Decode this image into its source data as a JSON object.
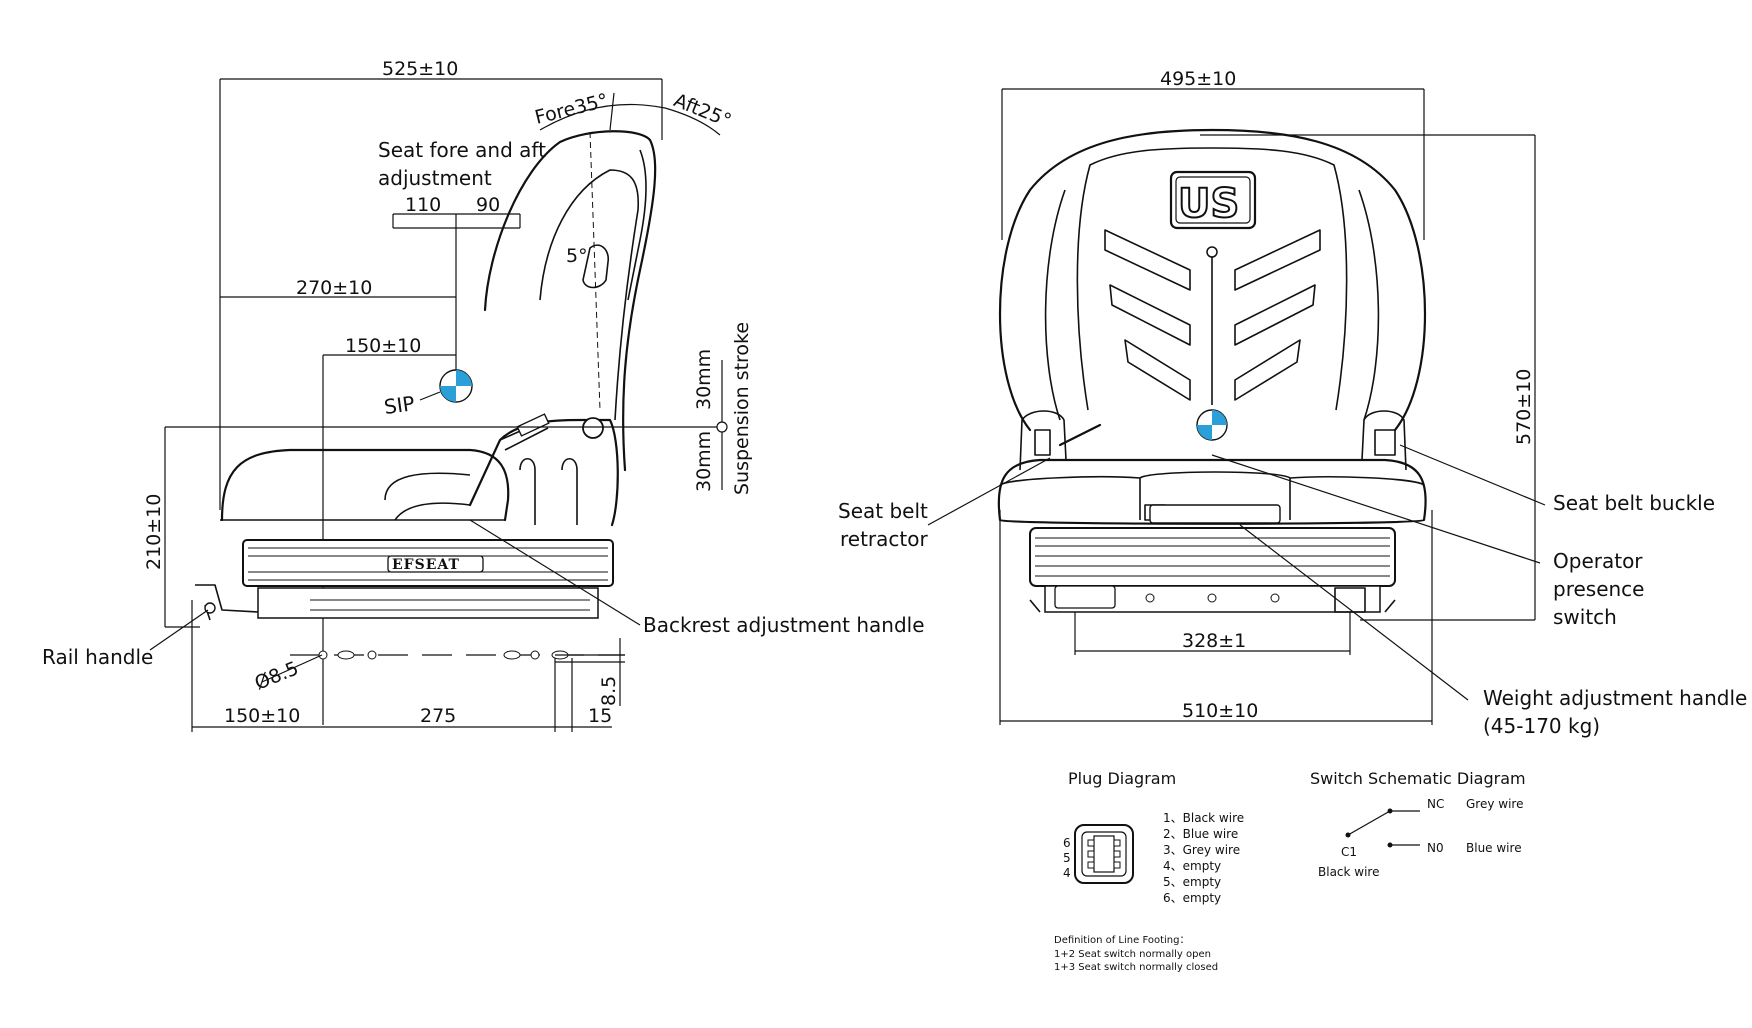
{
  "side_view": {
    "dim_width": "525±10",
    "angle_fore": "Fore35°",
    "angle_aft": "Aft25°",
    "fore_aft_label_1": "Seat fore and aft",
    "fore_aft_label_2": "adjustment",
    "dim_110": "110",
    "dim_90": "90",
    "dim_270": "270±10",
    "dim_150_top": "150±10",
    "angle_5": "5°",
    "sip": "SIP",
    "stroke_30_top": "30mm",
    "stroke_30_bottom": "30mm",
    "stroke_label": "Suspension stroke",
    "dim_210": "210±10",
    "brand": "EFSEAT",
    "backrest_handle": "Backrest adjustment handle",
    "rail_handle": "Rail handle",
    "hole_diameter": "Ø8.5",
    "dim_8_5": "8.5",
    "dim_150_bottom": "150±10",
    "dim_275": "275",
    "dim_15": "15"
  },
  "front_view": {
    "dim_top_width": "495±10",
    "logo": "US",
    "dim_height": "570±10",
    "seat_belt_retractor_1": "Seat belt",
    "seat_belt_retractor_2": "retractor",
    "seat_belt_buckle": "Seat belt buckle",
    "operator_switch_1": "Operator",
    "operator_switch_2": "presence",
    "operator_switch_3": "switch",
    "dim_328": "328±1",
    "weight_handle_1": "Weight adjustment handle",
    "weight_handle_2": "(45-170 kg)",
    "dim_bottom_width": "510±10"
  },
  "plug_diagram": {
    "title": "Plug  Diagram",
    "pins": [
      "6",
      "5",
      "4"
    ],
    "wires": [
      "1、Black wire",
      "2、Blue wire",
      "3、Grey wire",
      "4、empty",
      "5、empty",
      "6、empty"
    ]
  },
  "switch_schematic": {
    "title": "Switch Schematic Diagram",
    "nc": "NC",
    "nc_wire": "Grey wire",
    "no": "N0",
    "no_wire": "Blue wire",
    "c1": "C1",
    "c1_wire": "Black wire"
  },
  "line_footing": {
    "title": "Definition of Line Footing：",
    "line1": "1+2 Seat switch normally open",
    "line2": "1+3 Seat switch normally closed"
  },
  "colors": {
    "sip_marker": "#2a9fd8",
    "ink": "#111111"
  }
}
